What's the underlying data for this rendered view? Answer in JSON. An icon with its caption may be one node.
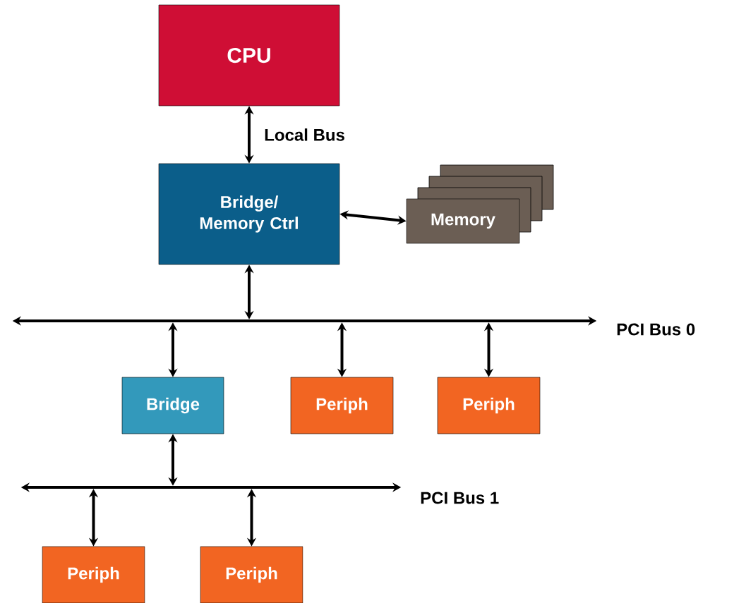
{
  "diagram": {
    "nodes": [
      {
        "text": [
          "CPU"
        ]
      },
      {
        "text": [
          "Bridge/ Memory Ctrl"
        ]
      },
      {
        "text": [
          "Memory"
        ]
      },
      {
        "text": [],
        "shape": "bar",
        "beside": [
          "PCI Bus 0"
        ]
      },
      {
        "text": [
          "Bridge"
        ]
      },
      {
        "text": [
          "Periph"
        ]
      },
      {
        "text": [
          "Periph"
        ]
      },
      {
        "text": [],
        "shape": "bar",
        "beside": [
          "PCI Bus 1"
        ]
      },
      {
        "text": [
          "Periph"
        ]
      },
      {
        "text": [
          "Periph"
        ]
      }
    ],
    "edges": [
      {
        "from": 0,
        "to": 1,
        "arrow": "both",
        "label": "Local Bus"
      },
      {
        "from": 1,
        "to": 2,
        "arrow": "both"
      },
      {
        "from": 1,
        "to": 3,
        "arrow": "both"
      },
      {
        "from": 3,
        "to": 4,
        "arrow": "both"
      },
      {
        "from": 3,
        "to": 5,
        "arrow": "both"
      },
      {
        "from": 3,
        "to": 6,
        "arrow": "both"
      },
      {
        "from": 4,
        "to": 7,
        "arrow": "both"
      },
      {
        "from": 7,
        "to": 8,
        "arrow": "both"
      },
      {
        "from": 7,
        "to": 9,
        "arrow": "both"
      }
    ]
  }
}
